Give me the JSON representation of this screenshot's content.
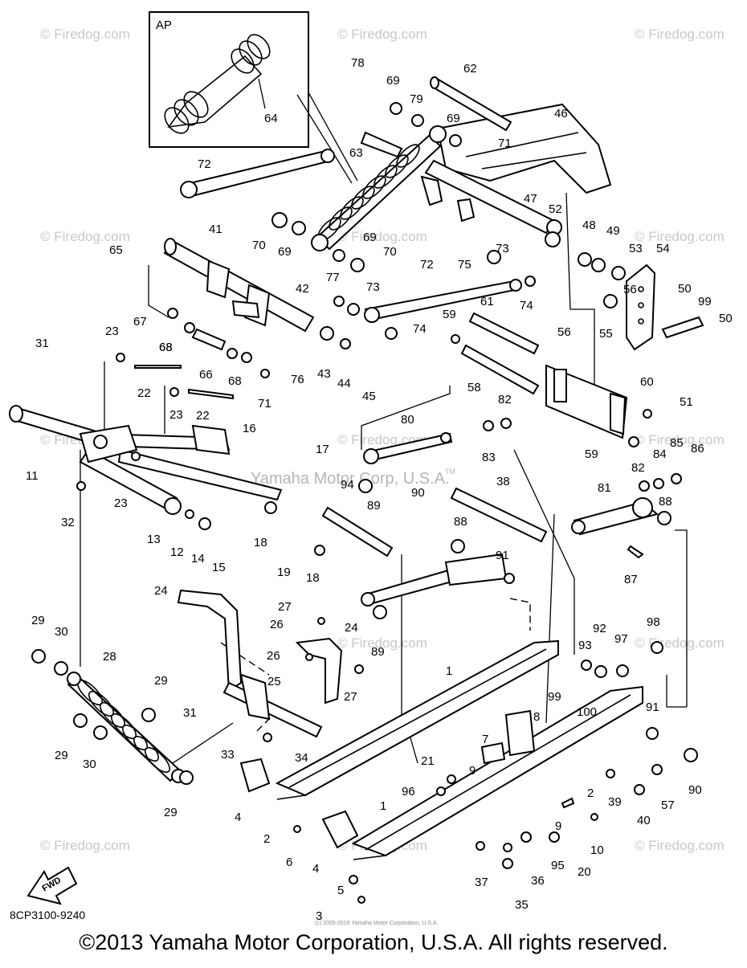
{
  "watermark_text": "© Firedog.com",
  "center_watermark": "Yamaha Motor Corp, U.S.A.",
  "center_watermark_mark": "TM",
  "inset_label": "AP",
  "fwd_label": "FWD",
  "diagram_code": "8CP3100-9240",
  "fine_print": "(c) 2005-2016 Yamaha Motor Corporation, U.S.A.",
  "copyright": "©2013 Yamaha Motor Corporation, U.S.A. All rights reserved.",
  "callouts": [
    "78",
    "69",
    "79",
    "62",
    "69",
    "71",
    "46",
    "64",
    "72",
    "63",
    "47",
    "52",
    "48",
    "49",
    "53",
    "54",
    "41",
    "70",
    "69",
    "69",
    "70",
    "73",
    "75",
    "65",
    "42",
    "72",
    "77",
    "73",
    "74",
    "56",
    "55",
    "50",
    "99",
    "50",
    "67",
    "68",
    "76",
    "43",
    "44",
    "59",
    "61",
    "74",
    "56",
    "31",
    "23",
    "68",
    "66",
    "68",
    "71",
    "45",
    "58",
    "60",
    "51",
    "82",
    "80",
    "22",
    "22",
    "23",
    "83",
    "11",
    "23",
    "16",
    "17",
    "94",
    "59",
    "85",
    "86",
    "84",
    "82",
    "38",
    "90",
    "88",
    "81",
    "88",
    "32",
    "13",
    "12",
    "14",
    "15",
    "18",
    "19",
    "18",
    "89",
    "87",
    "91",
    "24",
    "27",
    "26",
    "24",
    "89",
    "29",
    "30",
    "26",
    "25",
    "93",
    "92",
    "97",
    "98",
    "28",
    "29",
    "27",
    "31",
    "33",
    "34",
    "1",
    "99",
    "100",
    "8",
    "7",
    "9",
    "91",
    "29",
    "30",
    "21",
    "96",
    "4",
    "2",
    "29",
    "90",
    "39",
    "57",
    "40",
    "2",
    "1",
    "9",
    "6",
    "4",
    "10",
    "95",
    "20",
    "36",
    "37",
    "5",
    "35",
    "3"
  ]
}
